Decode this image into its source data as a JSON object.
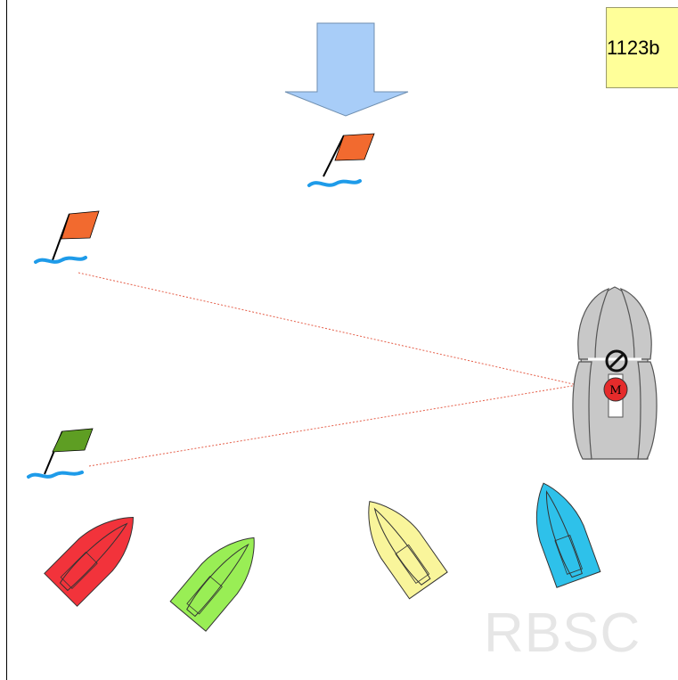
{
  "diagram_id": "1123b",
  "watermark": "RBSC",
  "wind_arrow": {
    "icon": "wind-arrow-icon",
    "color": "#a8cdf8"
  },
  "marks": [
    {
      "name": "windward-mark",
      "flag_color": "#f26a2f",
      "water_color": "#1e9be9"
    },
    {
      "name": "left-mark",
      "flag_color": "#f26a2f",
      "water_color": "#1e9be9"
    },
    {
      "name": "pin-end-mark",
      "flag_color": "#5e9e23",
      "water_color": "#1e9be9"
    }
  ],
  "committee_boat": {
    "hull_color": "#c8c8c8",
    "badge_label": "M",
    "badge_color": "#e52b2b",
    "signal_icon": "no-entry-circle-icon"
  },
  "start_line_color": "#e5604b",
  "boats": [
    {
      "name": "red-boat",
      "color": "#f2333b"
    },
    {
      "name": "green-boat",
      "color": "#99ee55"
    },
    {
      "name": "yellow-boat",
      "color": "#f9f59b"
    },
    {
      "name": "blue-boat",
      "color": "#2ec1ea"
    }
  ]
}
